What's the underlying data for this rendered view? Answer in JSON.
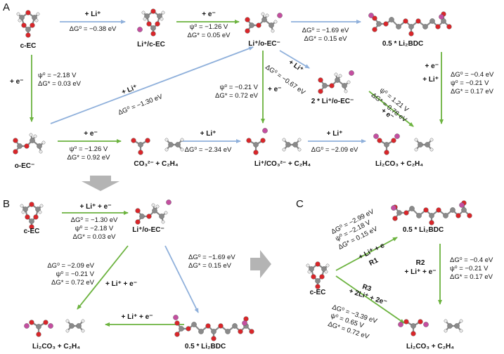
{
  "colors": {
    "green": "#6cb33f",
    "blue": "#8fb0db",
    "carbon": "#8a8a8a",
    "oxygen": "#d9262a",
    "hydrogen": "#ececec",
    "lithium": "#c44ea0",
    "gray_arrow": "#b4b4b4"
  },
  "panels": {
    "a": "A",
    "b": "B",
    "c": "C"
  },
  "species": {
    "cec": "c-EC",
    "li_cec": "Li⁺/c-EC",
    "li_oec": "Li⁺/o-EC⁻",
    "half_libdc": "0.5 * Li₂BDC",
    "oec": "o-EC⁻",
    "co3_c2h4": "CO₃²⁻ + C₂H₄",
    "li_co3_c2h4": "Li⁺/CO₃²⁻ + C₂H₄",
    "li2co3_c2h4": "Li₂CO₃ + C₂H₄",
    "two_li_oec": "2 * Li⁺/o-EC⁻"
  },
  "reagents": {
    "li": "+ Li⁺",
    "e": "+ e⁻",
    "li_e": "+ Li⁺ + e⁻",
    "li_e_c": "+ Li⁺ + e",
    "two_li_2e": "+ 2Li⁺ + 2e⁻",
    "r1": "R1",
    "r2": "R2",
    "r3": "R3"
  },
  "energies": {
    "a_cec_li": "ΔG⁰ = −0.38 eV",
    "a_li_e_psi": "ψ⁰ = −1.26 V",
    "a_li_e_dg": "ΔG* = 0.05 eV",
    "a_to_bdc_g0": "ΔG⁰ = −1.69 eV",
    "a_to_bdc_gs": "ΔG* = 0.15 eV",
    "a_bdc_g0": "ΔG⁰ = −0.4 eV",
    "a_bdc_psi": "ψ⁰ = −0.21 V",
    "a_bdc_gs": "ΔG* = 0.17 eV",
    "a_cec_e_psi": "ψ⁰ = −2.18 V",
    "a_cec_e_gs": "ΔG* = 0.03 eV",
    "a_diag": "ΔG⁰ = −1.30 eV",
    "a_mid_psi": "ψ⁰ = −0.21 V",
    "a_mid_gs": "ΔG* = 0.72 eV",
    "a_twoli": "ΔG⁰ = −0.67 eV",
    "a_tl_psi": "ψ⁰ = 1.21 V",
    "a_tl_gs": "ΔG* = 0.78 eV",
    "a_oec_psi": "ψ⁰ = −1.26 V",
    "a_oec_gs": "ΔG* = 0.92 eV",
    "a_co3_li": "ΔG⁰ = −2.34 eV",
    "a_lico3_li": "ΔG⁰ = −2.09 eV",
    "b_top_g0": "ΔG⁰ = −1.30 eV",
    "b_top_psi": "ψ⁰ = −2.18 V",
    "b_top_gs": "ΔG* = 0.03 eV",
    "b_left_g0": "ΔG⁰ = −2.09 eV",
    "b_left_psi": "ψ⁰ = −0.21 V",
    "b_left_gs": "ΔG* = 0.72 eV",
    "b_right_g0": "ΔG⁰ = −1.69 eV",
    "b_right_gs": "ΔG* = 0.15 eV",
    "c_r1_g0": "ΔG⁰ = −2.99 eV",
    "c_r1_psi": "ψ⁰ = −2.18 V",
    "c_r1_gs": "ΔG* = 0.15 eV",
    "c_r2_g0": "ΔG⁰ = −0.4 eV",
    "c_r2_psi": "ψ⁰ = −0.21 V",
    "c_r2_gs": "ΔG* = 0.17 eV",
    "c_r3_g0": "ΔG⁰ = −3.39 eV",
    "c_r3_psi": "ψ⁰ = 0.65 V",
    "c_r3_gs": "ΔG* = 0.72 eV"
  }
}
